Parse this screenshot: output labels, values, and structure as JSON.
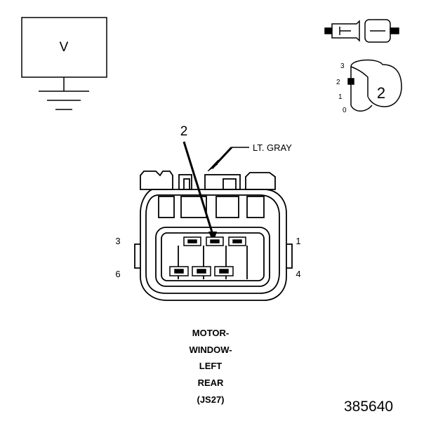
{
  "meter": {
    "symbol": "V"
  },
  "switch": {
    "positions": [
      "3",
      "2",
      "1",
      "0"
    ],
    "selected": "2"
  },
  "callout": {
    "pin_number": "2",
    "wire_color": "LT. GRAY"
  },
  "pin_labels": {
    "top_left": "3",
    "top_right": "1",
    "bottom_left": "6",
    "bottom_right": "4"
  },
  "caption": {
    "lines": [
      "MOTOR-",
      "WINDOW-",
      "LEFT",
      "REAR",
      "(JS27)"
    ]
  },
  "figure_number": "385640"
}
